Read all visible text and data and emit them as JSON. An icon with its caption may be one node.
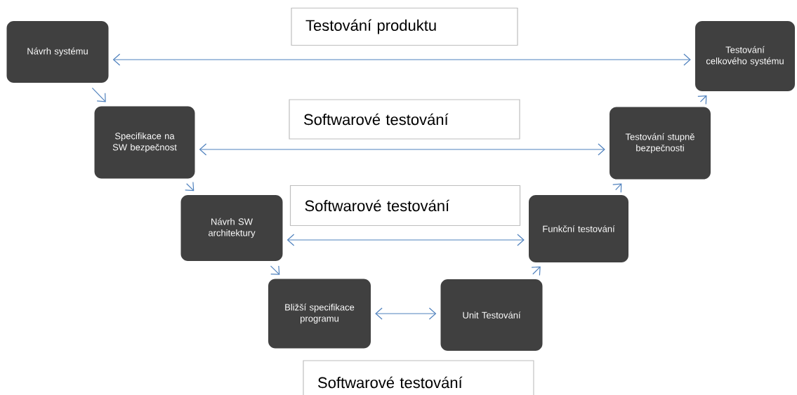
{
  "diagram": {
    "nodes": [
      {
        "text": [
          "Návrh systému"
        ]
      },
      {
        "text": [
          "Specifikace na SW bezpečnost"
        ]
      },
      {
        "text": [
          "Návrh SW architektury"
        ]
      },
      {
        "text": [
          "Bližší specifikace programu"
        ]
      },
      {
        "text": [
          "Unit Testování"
        ]
      },
      {
        "text": [
          "Funkční testování"
        ]
      },
      {
        "text": [
          "Testování stupně bezpečnosti"
        ]
      },
      {
        "text": [
          "Testování celkového systému"
        ]
      },
      {
        "text": [
          "Testování produktu"
        ]
      },
      {
        "text": [
          "Softwarové testování"
        ]
      },
      {
        "text": [
          "Softwarové testování"
        ]
      },
      {
        "text": [
          "Softwarové testování"
        ]
      }
    ],
    "edges": [
      {
        "from": 0,
        "to": 7,
        "arrow": "both"
      },
      {
        "from": 1,
        "to": 6,
        "arrow": "both"
      },
      {
        "from": 2,
        "to": 5,
        "arrow": "both"
      },
      {
        "from": 3,
        "to": 4,
        "arrow": "both"
      },
      {
        "from": 0,
        "to": 1,
        "arrow": "to"
      },
      {
        "from": 1,
        "to": 2,
        "arrow": "to"
      },
      {
        "from": 2,
        "to": 3,
        "arrow": "to"
      },
      {
        "from": 4,
        "to": 5,
        "arrow": "to"
      },
      {
        "from": 5,
        "to": 6,
        "arrow": "to"
      },
      {
        "from": 6,
        "to": 7,
        "arrow": "to"
      }
    ]
  }
}
